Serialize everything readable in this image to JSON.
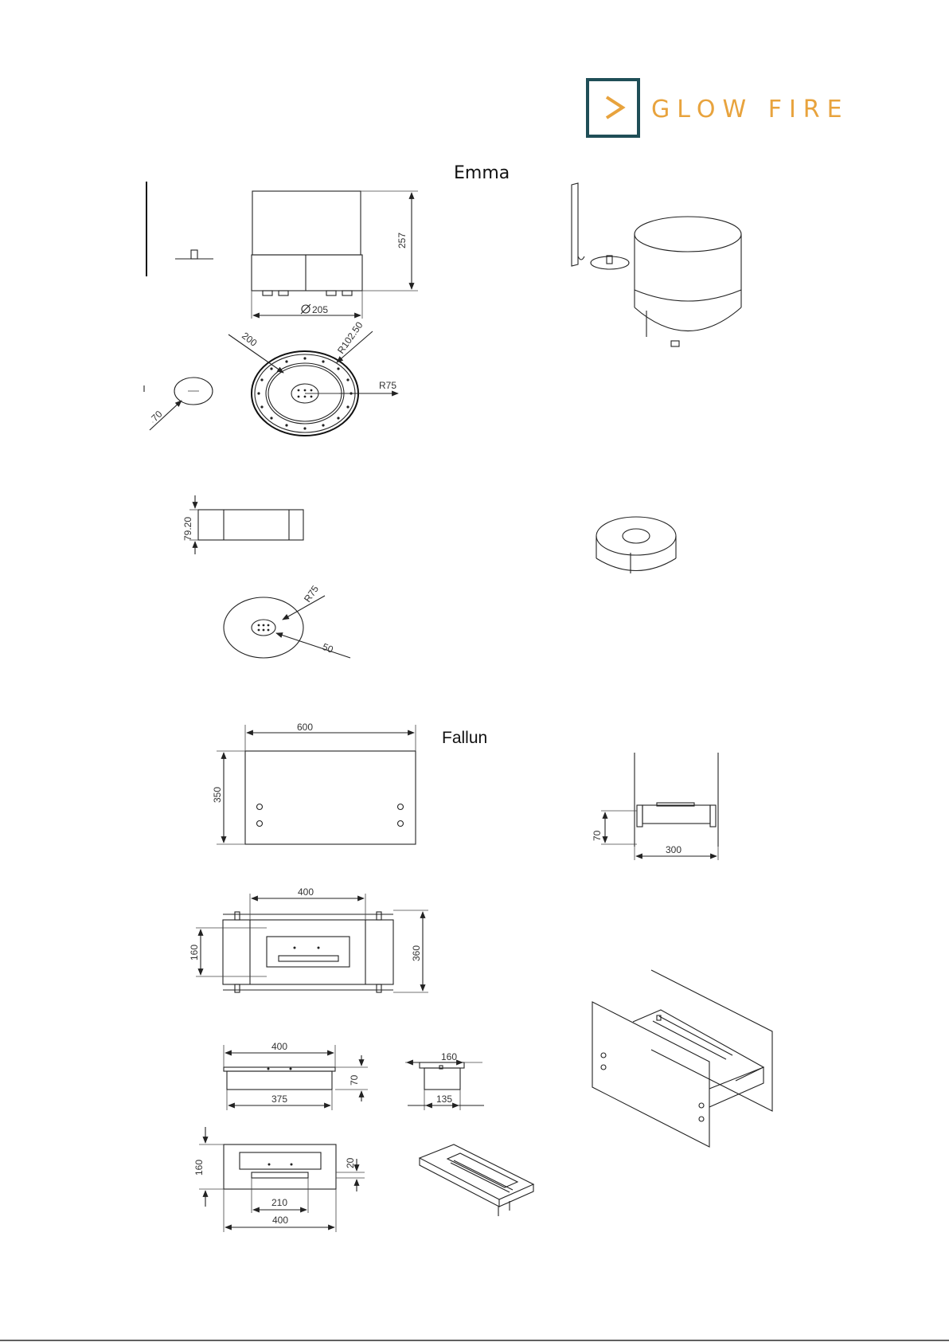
{
  "brand": {
    "name": "GLOW FIRE",
    "logo_icon": "chevron-right-in-square-icon",
    "colors": {
      "box": "#1f4e57",
      "accent": "#e8a33d"
    }
  },
  "sections": {
    "emma": {
      "title": "Emma"
    },
    "fallun": {
      "title": "Fallun"
    }
  },
  "emma_dims": {
    "height": "257",
    "diameter": "205",
    "top_diameter": "200",
    "outer_radius": "R102.50",
    "inner_radius": "R75",
    "lid_diameter": "70",
    "burner_height": "79.20",
    "burner_radius": "R75",
    "burner_hole": "50"
  },
  "fallun_dims": {
    "panel_width": "600",
    "panel_height": "350",
    "side_height": "70",
    "side_width": "300",
    "plan_burner": "400",
    "plan_left": "160",
    "plan_right": "360",
    "burner_top": "400",
    "burner_bottom": "375",
    "burner_h": "70",
    "end_top": "160",
    "end_bottom": "135",
    "top_h": "160",
    "top_small": "20",
    "top_inner": "210",
    "top_total": "400"
  },
  "footer": {
    "page": ""
  }
}
